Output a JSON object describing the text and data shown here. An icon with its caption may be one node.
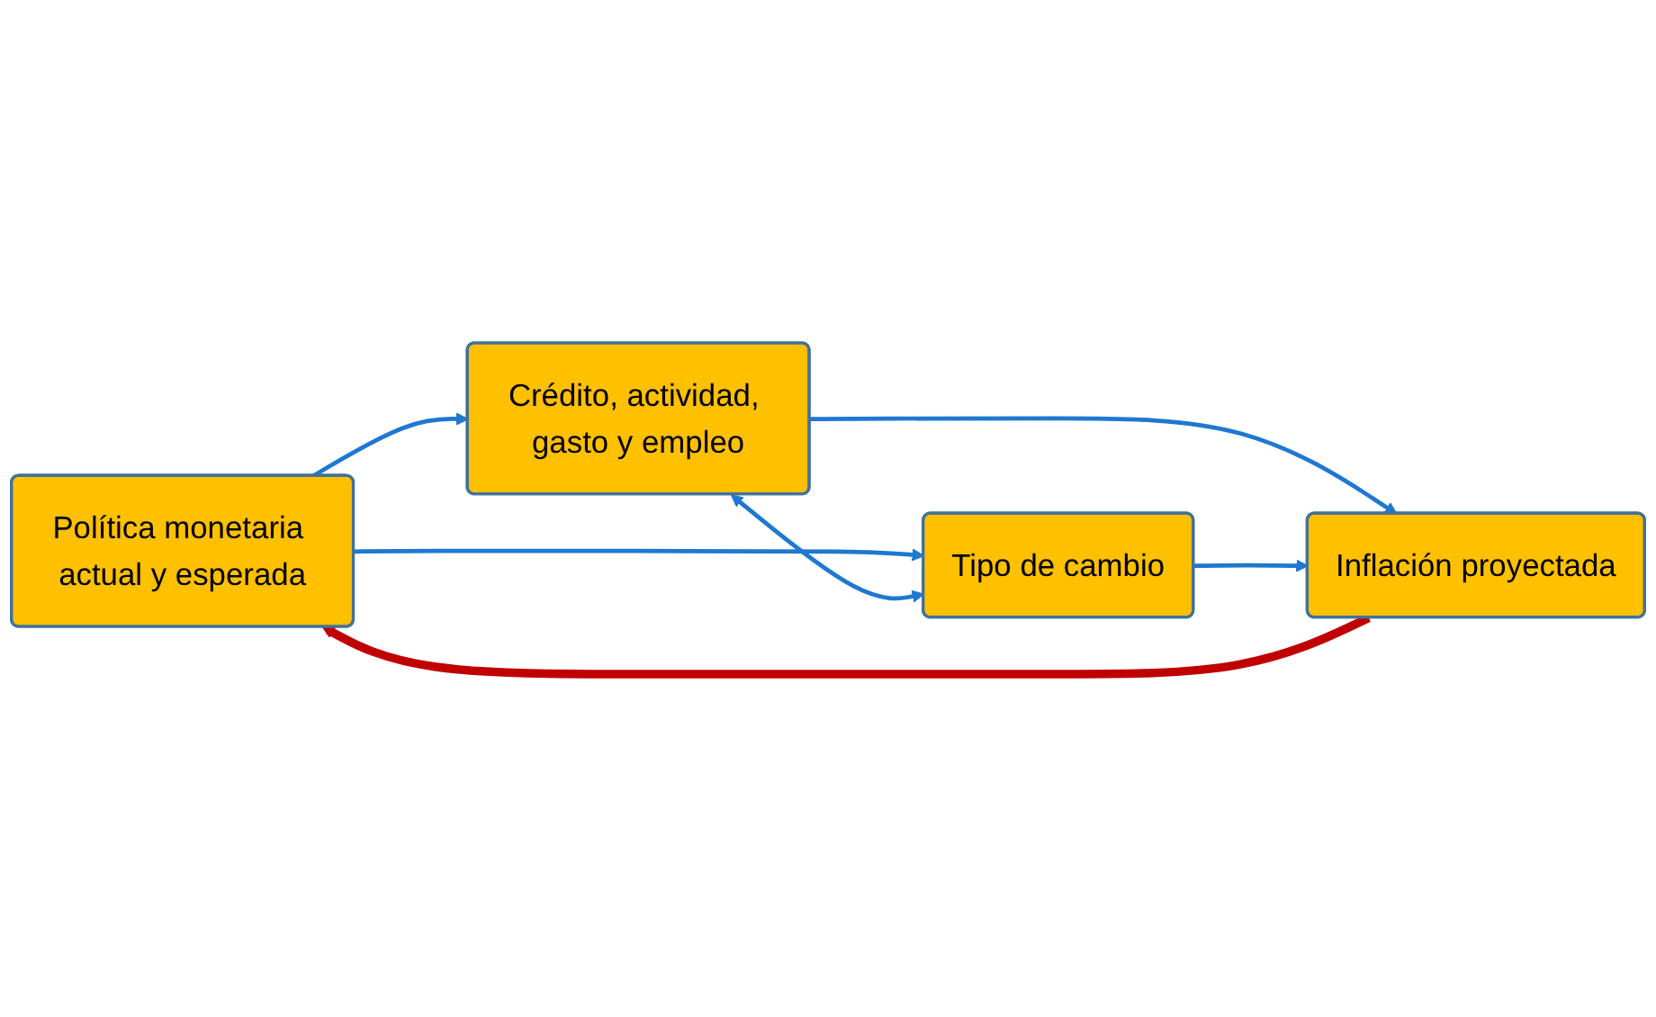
{
  "diagram": {
    "nodes": [
      {
        "text": [
          "Política monetaria actual y esperada"
        ]
      },
      {
        "text": [
          "Crédito, actividad, gasto y empleo"
        ]
      },
      {
        "text": [
          "Tipo de cambio"
        ]
      },
      {
        "text": [
          "Inflación proyectada"
        ]
      }
    ],
    "edges": [
      {
        "from": 0,
        "to": 1,
        "arrow": "to"
      },
      {
        "from": 0,
        "to": 2,
        "arrow": "to"
      },
      {
        "from": 1,
        "to": 2,
        "arrow": "both"
      },
      {
        "from": 1,
        "to": 3,
        "arrow": "to"
      },
      {
        "from": 2,
        "to": 3,
        "arrow": "to"
      },
      {
        "from": 3,
        "to": 0,
        "arrow": "to",
        "style": "thick",
        "color": "#c00000"
      }
    ]
  }
}
